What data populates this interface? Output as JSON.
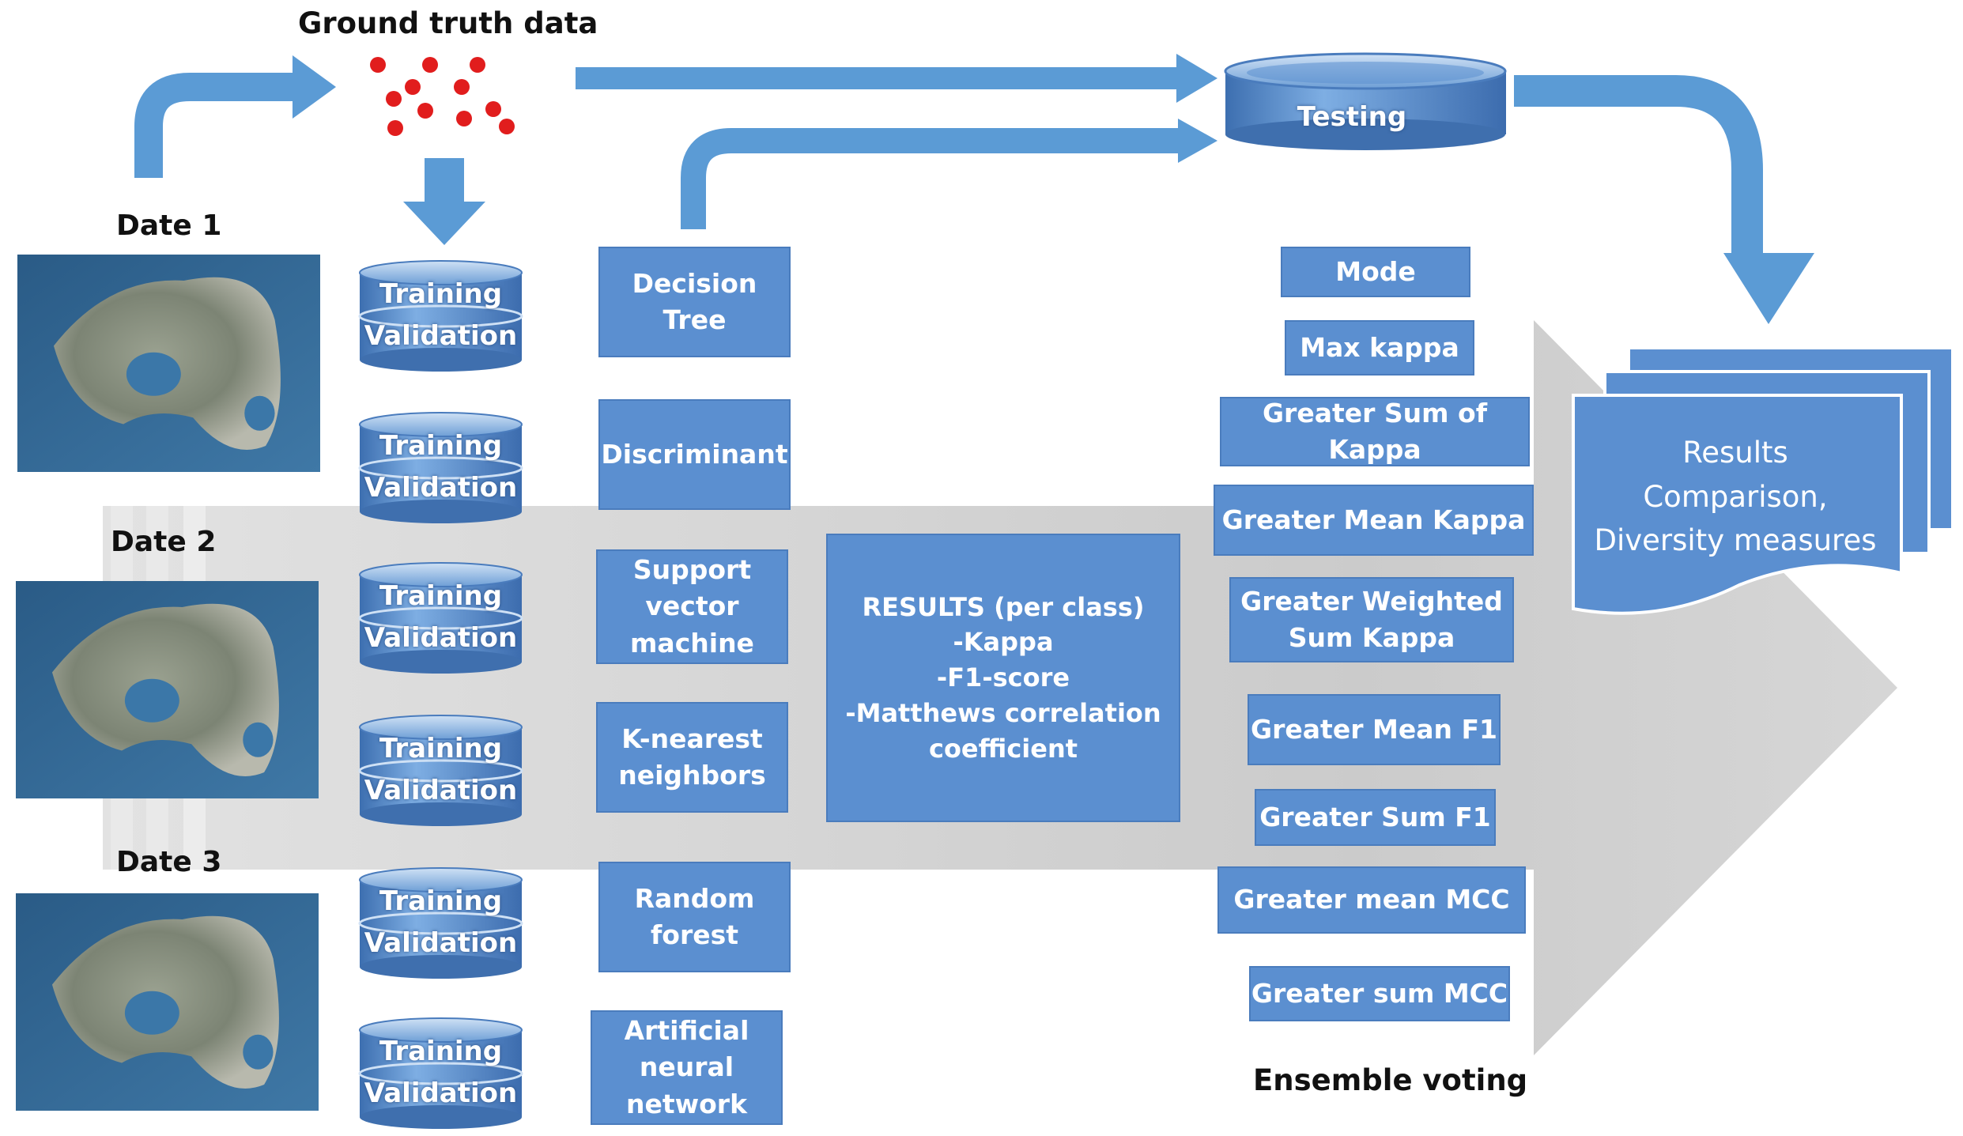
{
  "header": {
    "ground_truth": "Ground truth data"
  },
  "dates": [
    "Date 1",
    "Date 2",
    "Date 3"
  ],
  "cylinder": {
    "top": "Training",
    "bottom": "Validation"
  },
  "testing": "Testing",
  "classifiers": [
    [
      "Decision Tree"
    ],
    [
      "Discriminant"
    ],
    [
      "Support",
      "vector",
      "machine"
    ],
    [
      "K-nearest",
      "neighbors"
    ],
    [
      "Random",
      "forest"
    ],
    [
      "Artificial",
      "neural",
      "network"
    ]
  ],
  "results": [
    "RESULTS (per class)",
    "-Kappa",
    "-F1-score",
    "-Matthews correlation",
    "coefficient"
  ],
  "ensemble_methods": [
    [
      "Mode"
    ],
    [
      "Max kappa"
    ],
    [
      "Greater Sum of Kappa"
    ],
    [
      "Greater Mean Kappa"
    ],
    [
      "Greater Weighted",
      "Sum Kappa"
    ],
    [
      "Greater Mean F1"
    ],
    [
      "Greater Sum F1"
    ],
    [
      "Greater mean MCC"
    ],
    [
      "Greater sum MCC"
    ]
  ],
  "ensemble_label": "Ensemble voting",
  "output_doc": [
    "Results",
    "Comparison,",
    "Diversity measures"
  ],
  "colors": {
    "box_blue": "#5b8fd0",
    "arrow_blue": "#5b9bd5",
    "gray_arrow": "#cfcfcf",
    "dot_red": "#e11d1d"
  }
}
